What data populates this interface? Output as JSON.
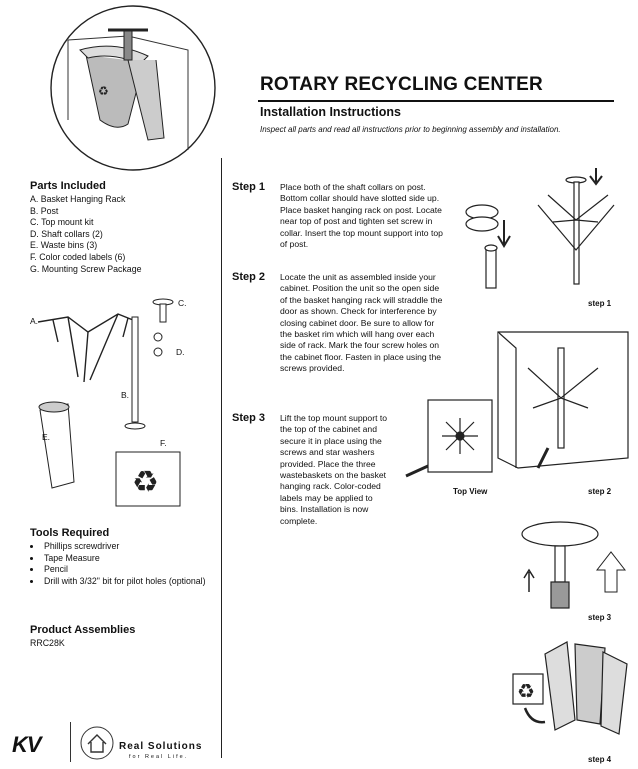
{
  "header": {
    "title": "ROTARY RECYCLING CENTER",
    "subtitle": "Installation Instructions",
    "intro": "Inspect all parts and read all instructions prior to beginning assembly and installation."
  },
  "parts": {
    "heading": "Parts Included",
    "items": [
      "A. Basket Hanging Rack",
      "B. Post",
      "C. Top mount kit",
      "D. Shaft collars (2)",
      "E. Waste bins (3)",
      "F. Color coded labels (6)",
      "G. Mounting Screw Package"
    ],
    "labels": {
      "a": "A.",
      "b": "B.",
      "c": "C.",
      "d": "D.",
      "e": "E.",
      "f": "F."
    }
  },
  "tools": {
    "heading": "Tools Required",
    "items": [
      "Phillips screwdriver",
      "Tape Measure",
      "Pencil",
      "Drill with 3/32\" bit for pilot holes (optional)"
    ]
  },
  "assemblies": {
    "heading": "Product Assemblies",
    "code": "RRC28K"
  },
  "steps": [
    {
      "label": "Step 1",
      "text": "Place both of the shaft collars on post. Bottom collar should have slotted side up. Place basket hanging rack on post. Locate near top of post and tighten set screw in collar. Insert the top mount support into top of post."
    },
    {
      "label": "Step 2",
      "text": "Locate the unit as assembled inside your cabinet. Position the unit so the open side of the basket hanging rack will straddle the door as shown. Check for interference by closing cabinet door. Be sure to allow for the basket rim which will hang over each side of rack. Mark the four screw holes on the cabinet floor. Fasten in place using the screws provided."
    },
    {
      "label": "Step 3",
      "text": "Lift the top mount support to the top of the cabinet and secure it in place using the screws and star washers provided. Place the three wastebaskets on the basket hanging rack. Color-coded labels may be applied to bins. Installation is now complete."
    }
  ],
  "captions": {
    "step1": "step 1",
    "step2": "step 2",
    "step3": "step 3",
    "step4": "step 4",
    "top_view": "Top View"
  },
  "footer": {
    "logo": "KV",
    "brand_line1": "Real Solutions",
    "brand_line2": "for Real Life."
  }
}
